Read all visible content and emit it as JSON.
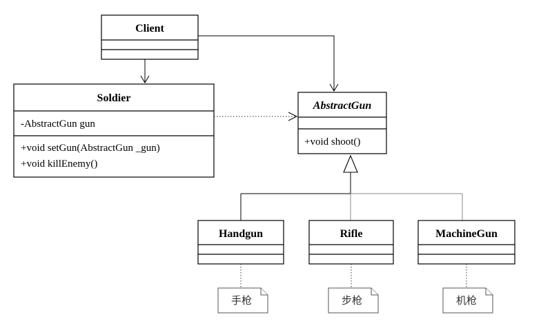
{
  "classes": {
    "client": {
      "name": "Client",
      "attributes": [],
      "operations": []
    },
    "soldier": {
      "name": "Soldier",
      "attributes": [
        "-AbstractGun gun"
      ],
      "operations": [
        "+void setGun(AbstractGun _gun)",
        "+void killEnemy()"
      ]
    },
    "abstract_gun": {
      "name": "AbstractGun",
      "abstract": true,
      "attributes": [],
      "operations": [
        "+void  shoot()"
      ]
    },
    "handgun": {
      "name": "Handgun",
      "attributes": [],
      "operations": []
    },
    "rifle": {
      "name": "Rifle",
      "attributes": [],
      "operations": []
    },
    "machine_gun": {
      "name": "MachineGun",
      "attributes": [],
      "operations": []
    }
  },
  "notes": {
    "handgun": "手枪",
    "rifle": "步枪",
    "machine_gun": "机枪"
  },
  "relations": [
    {
      "from": "Client",
      "to": "Soldier",
      "type": "association"
    },
    {
      "from": "Client",
      "to": "AbstractGun",
      "type": "association"
    },
    {
      "from": "Soldier",
      "to": "AbstractGun",
      "type": "dependency"
    },
    {
      "from": "Handgun",
      "to": "AbstractGun",
      "type": "generalization"
    },
    {
      "from": "Rifle",
      "to": "AbstractGun",
      "type": "generalization"
    },
    {
      "from": "MachineGun",
      "to": "AbstractGun",
      "type": "generalization"
    }
  ]
}
